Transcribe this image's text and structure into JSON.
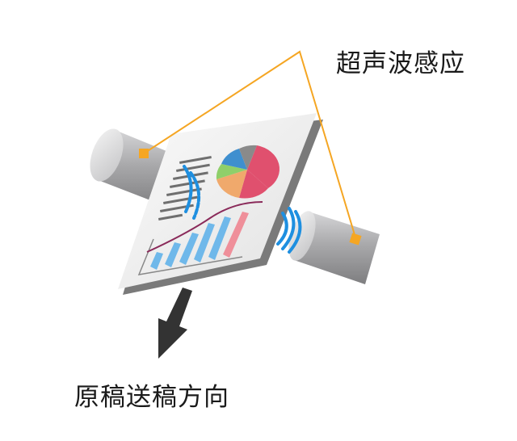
{
  "labels": {
    "sensor": "超声波感应",
    "direction": "原稿送稿方向"
  },
  "colors": {
    "leader_line": "#f5a623",
    "sensor_marker": "#f5a623",
    "ultrasonic_wave": "#1e8fe0",
    "cylinder_body": "#a8a8aa",
    "arrow": "#333333",
    "pie_red": "#e0506e",
    "pie_orange": "#f0a96c",
    "pie_green": "#8fcf6a",
    "pie_blue": "#3f8fcf",
    "pie_gray": "#8a8a8a",
    "bar_blue": "#6fb8ea",
    "bar_pink": "#ef8f9a",
    "trend_line": "#8a2a5a"
  },
  "icons": {
    "left_sensor": "ultrasonic-sensor-cylinder",
    "right_sensor": "ultrasonic-sensor-cylinder",
    "document": "document-sheet",
    "feed_arrow": "arrow-down-left"
  }
}
